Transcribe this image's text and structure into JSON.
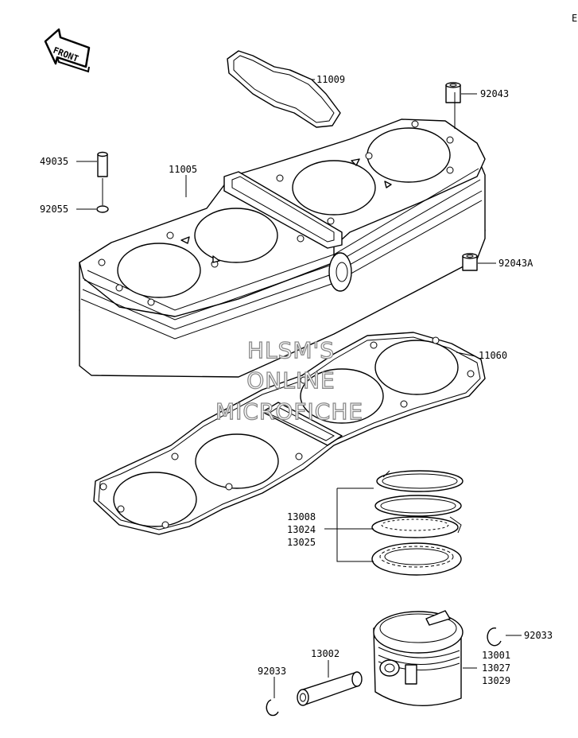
{
  "corner_code": "E",
  "front_arrow": {
    "text": "FRONT",
    "icon": "front-direction-arrow-icon"
  },
  "watermark": {
    "line1": "HLSM'S",
    "line2": "ONLINE",
    "line3": "MICROFICHE"
  },
  "callouts": {
    "valve_cover_gasket": "11009",
    "cylinder_dowel_top": "92043",
    "cylinder_dowel_a": "92043A",
    "cylinder_block": "11005",
    "pipe_insert": "49035",
    "o_ring": "92055",
    "base_gasket": "11060",
    "ring_set_1": "13008",
    "ring_set_2": "13024",
    "ring_set_3": "13025",
    "piston_1": "13001",
    "piston_2": "13027",
    "piston_3": "13029",
    "piston_pin": "13002",
    "circlip_right": "92033",
    "circlip_left": "92033"
  }
}
